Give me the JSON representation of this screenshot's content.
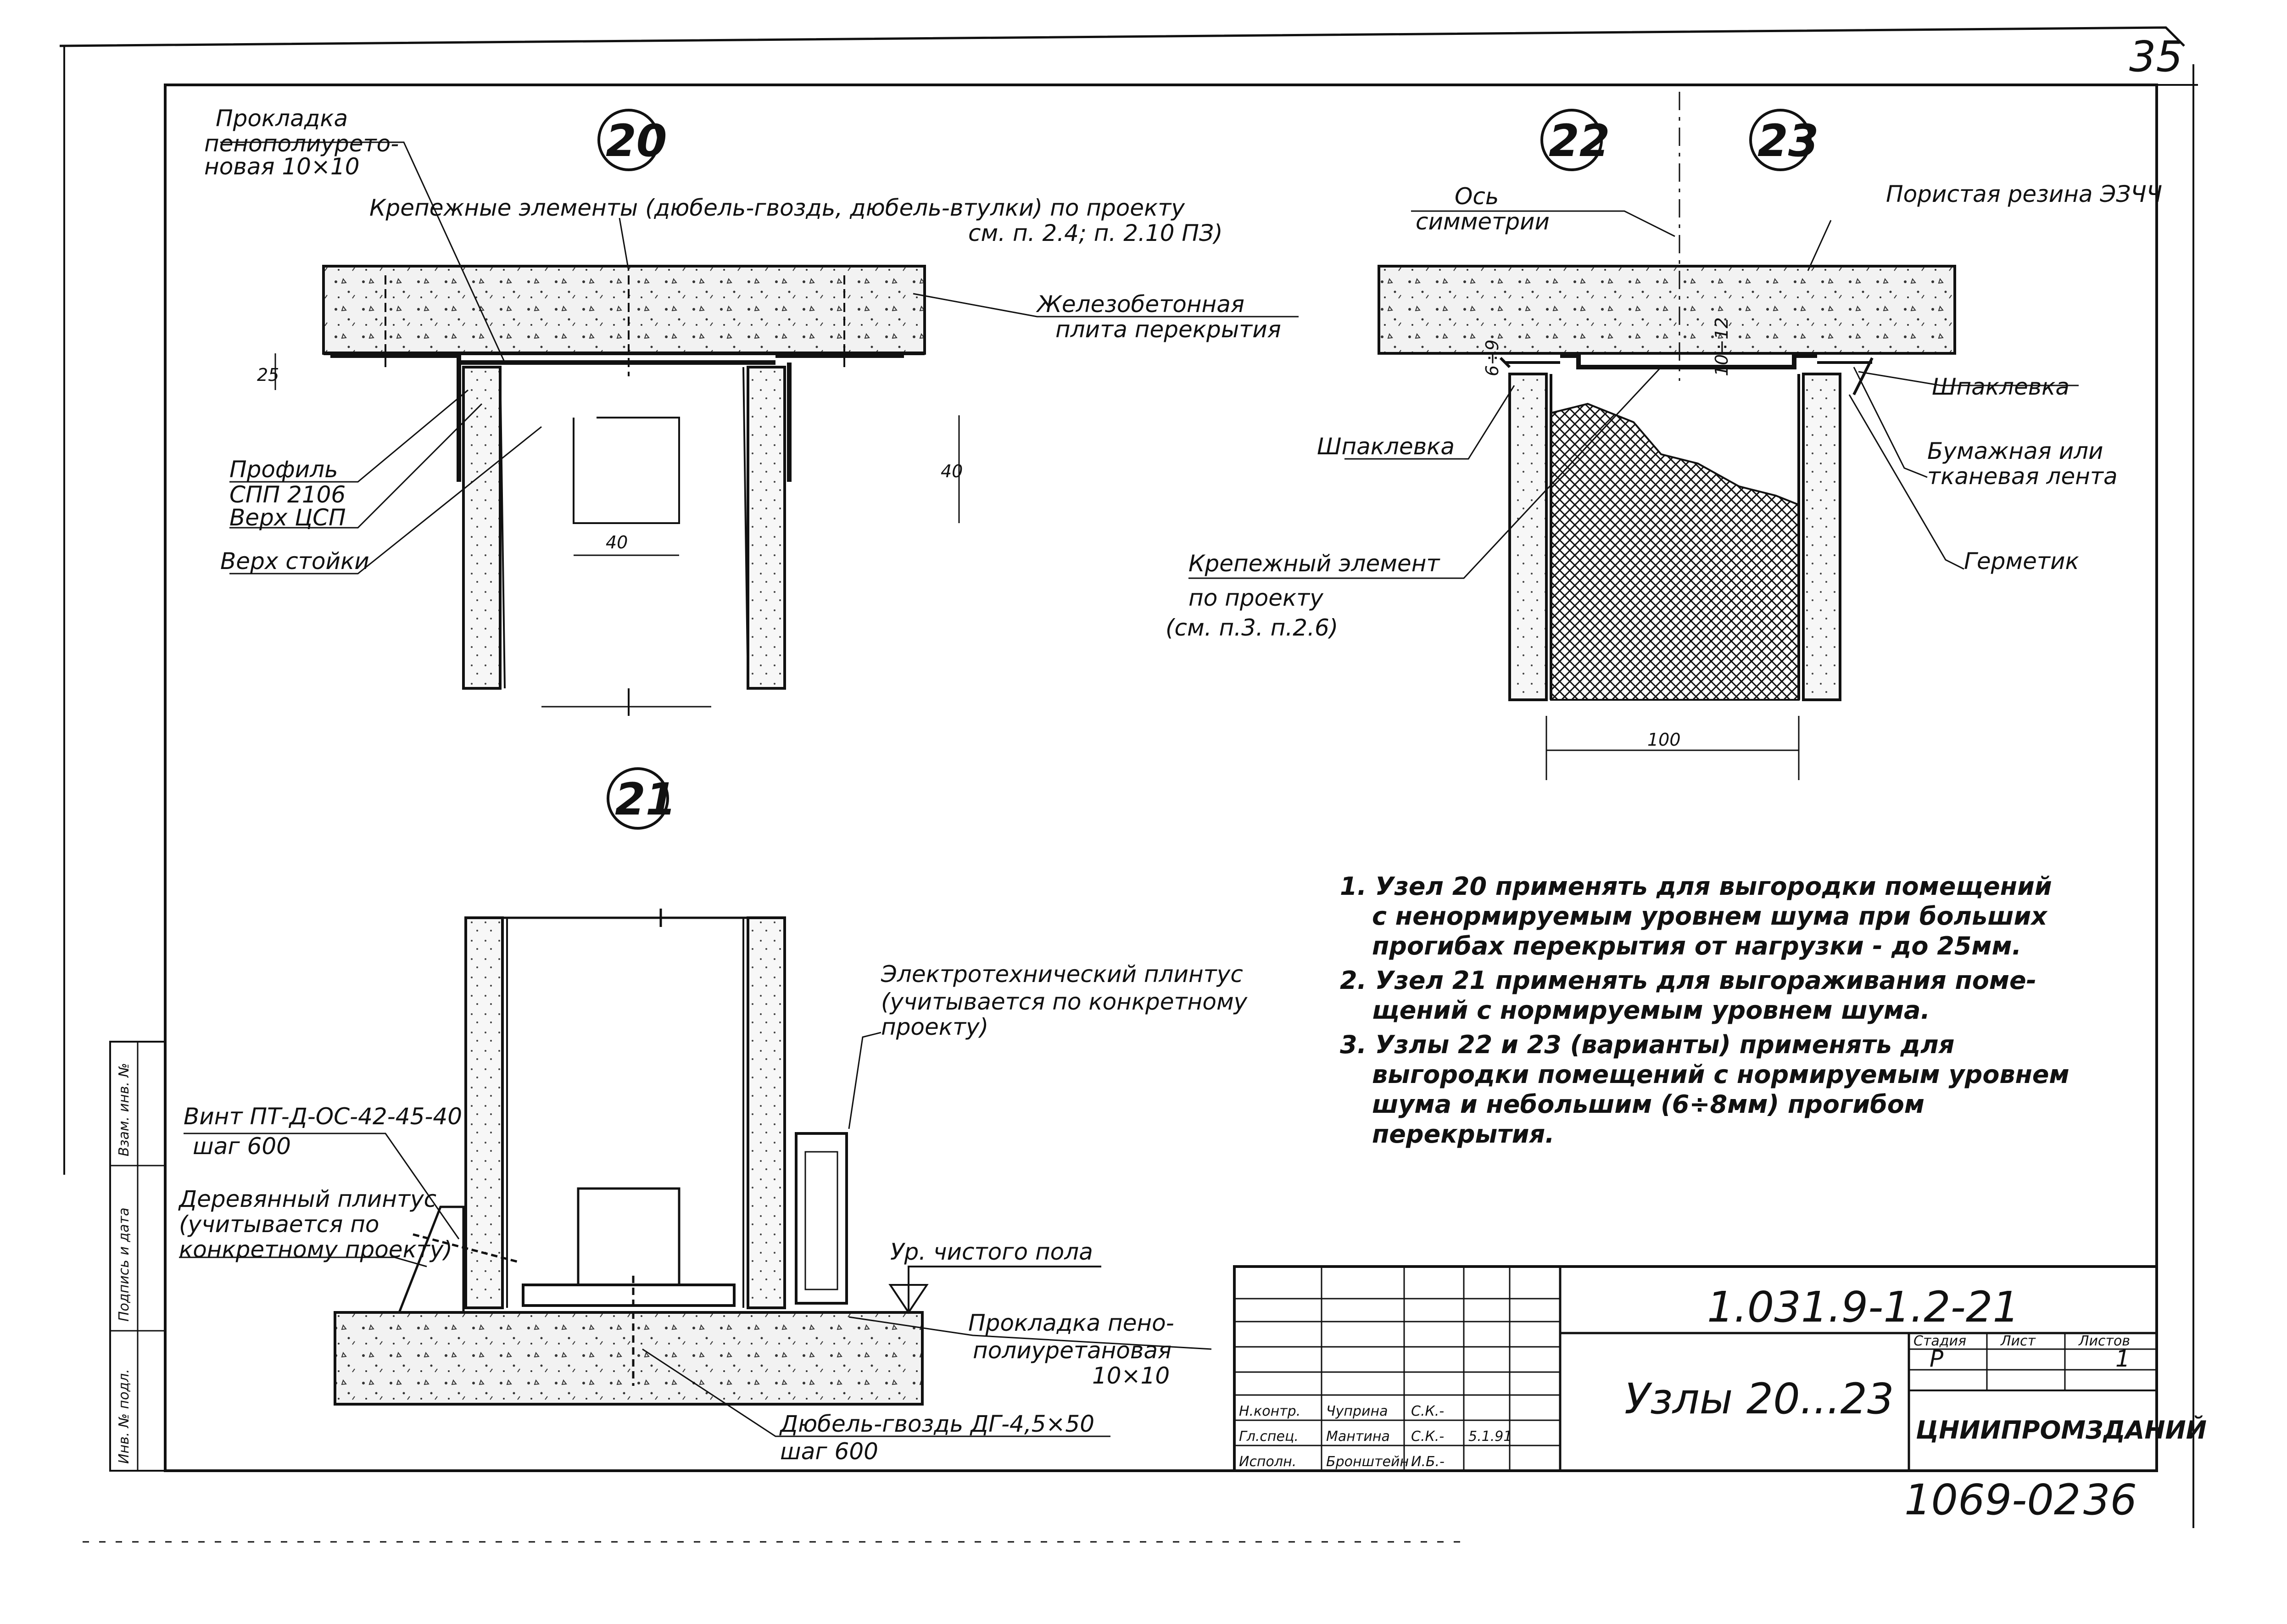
{
  "page_number": "35",
  "nodes": {
    "n20": "20",
    "n21": "21",
    "n22": "22",
    "n23": "23"
  },
  "node20": {
    "gasket_label": [
      "Прокладка",
      "пенополиурето-",
      "новая 10×10"
    ],
    "fasteners_label": [
      "Крепежные элементы (дюбель-гвоздь, дюбель-втулки) по проекту",
      "см. п. 2.4; п. 2.10 ПЗ)"
    ],
    "slab_label": [
      "Железобетонная",
      "плита перекрытия"
    ],
    "profile_label": [
      "Профиль",
      "СПП 2106",
      "Верх ЦСП"
    ],
    "post_top_label": "Верх стойки",
    "dim_25": "25",
    "dim_40v": "40",
    "dim_40h": "40"
  },
  "node22_23": {
    "axis_label": [
      "Ось",
      "симметрии"
    ],
    "rubber_label": "Пористая резина ЭЗЧЧ",
    "putty_left": "Шпаклевка",
    "putty_right": "Шпаклевка",
    "tape_label": [
      "Бумажная или",
      "тканевая лента"
    ],
    "sealant_label": "Герметик",
    "fastener_label": [
      "Крепежный элемент",
      "по проекту",
      "(см. п.3. п.2.6)"
    ],
    "dim_6_9": "6÷9",
    "dim_10_12": "10÷12",
    "dim_100": "100"
  },
  "node21": {
    "plinth_elec_label": [
      "Электротехнический плинтус",
      "(учитывается по конкретному",
      "проекту)"
    ],
    "screw_label": [
      "Винт ПТ-Д-ОС-42-45-40",
      "шаг 600"
    ],
    "wood_plinth_label": [
      "Деревянный плинтус",
      "(учитывается по",
      "конкретному проекту)"
    ],
    "floor_label": "Ур. чистого пола",
    "gasket_label": [
      "Прокладка пено-",
      "полиуретановая",
      "10×10"
    ],
    "dowel_label": [
      "Дюбель-гвоздь ДГ-4,5×50",
      "шаг 600"
    ]
  },
  "notes": [
    "1. Узел 20 применять для выгородки помещений",
    "с ненормируемым уровнем шума при больших",
    "прогибах перекрытия от нагрузки - до 25мм.",
    "2. Узел 21 применять для выгораживания поме-",
    "щений с нормируемым уровнем шума.",
    "3. Узлы 22 и 23 (варианты) применять для",
    "выгородки помещений с нормируемым уровнем",
    "шума и небольшим (6÷8мм) прогибом",
    "перекрытия."
  ],
  "title_block": {
    "doc_code": "1.031.9-1.2-21",
    "title": "Узлы 20...23",
    "stage_header": "Стадия",
    "sheet_header": "Лист",
    "sheets_header": "Листов",
    "stage": "Р",
    "sheet": "1",
    "org": "ЦНИИПРОМЗДАНИЙ",
    "roles": [
      "Н.контр.",
      "Гл.спец.",
      "Исполн."
    ],
    "names": [
      "Чуприна",
      "Мантина",
      "Бронштейн"
    ],
    "signatures": [
      "С.К.-",
      "С.К.-",
      "И.Б.-"
    ],
    "date": "5.1.91"
  },
  "side_stamp": [
    "Инв. № подл.",
    "Подпись и дата",
    "Взам. инв. №"
  ],
  "footer_code": "1069-02",
  "footer_page": "36"
}
